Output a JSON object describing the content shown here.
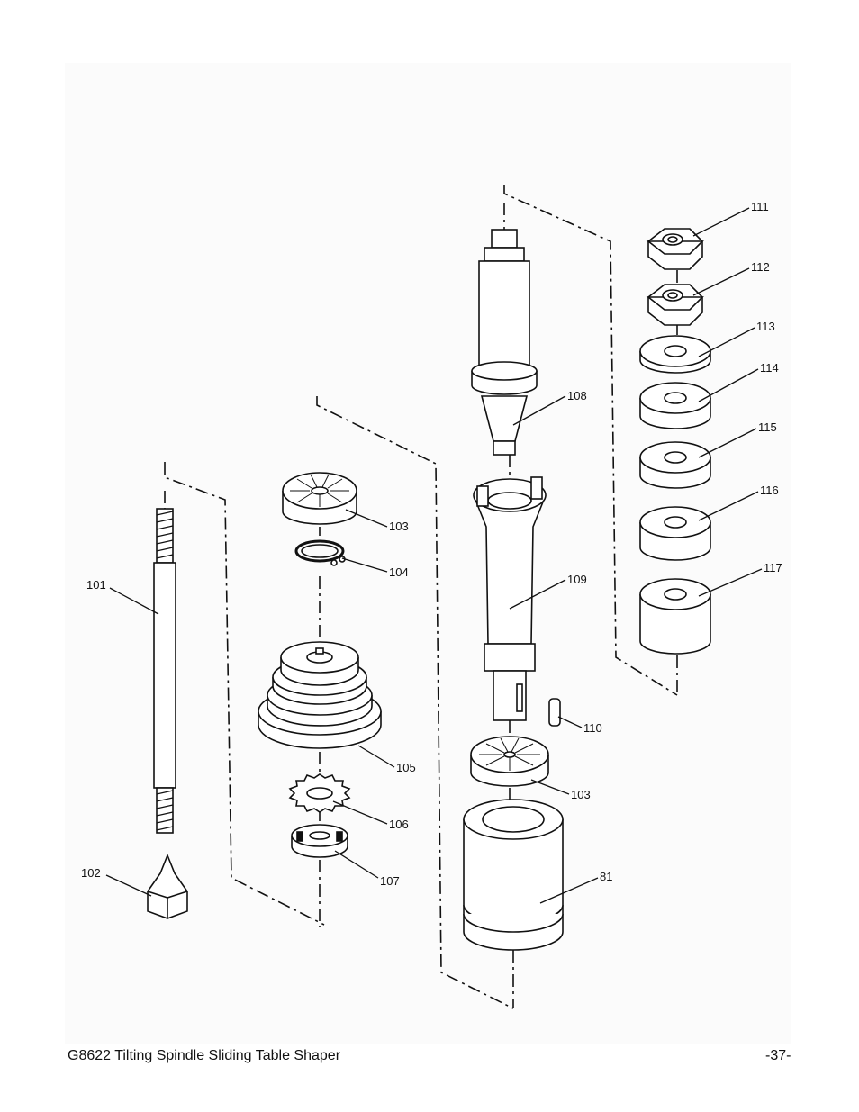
{
  "footer": {
    "title": "G8622 Tilting Spindle Sliding Table Shaper",
    "page_number": "-37-"
  },
  "callouts": {
    "c101": "101",
    "c102": "102",
    "c103a": "103",
    "c104": "104",
    "c105": "105",
    "c106": "106",
    "c107": "107",
    "c108": "108",
    "c109": "109",
    "c110": "110",
    "c103b": "103",
    "c81": "81",
    "c111": "111",
    "c112": "112",
    "c113": "113",
    "c114": "114",
    "c115": "115",
    "c116": "116",
    "c117": "117"
  }
}
